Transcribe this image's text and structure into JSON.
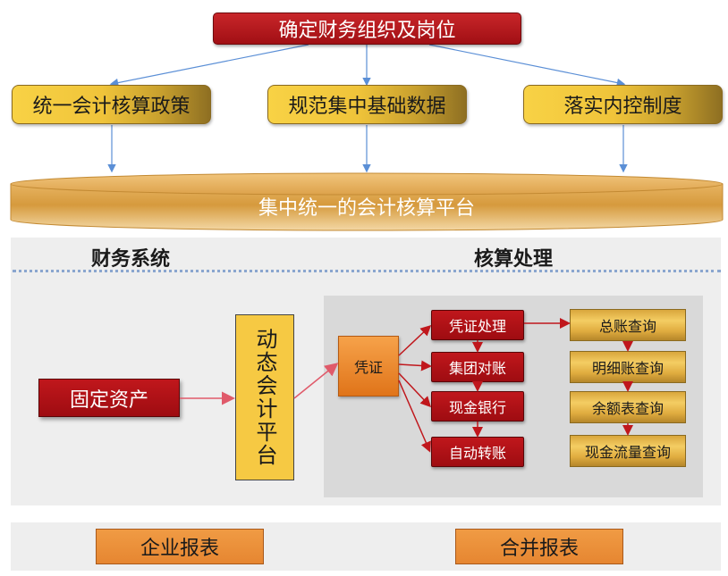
{
  "top": {
    "title": "确定财务组织及岗位"
  },
  "pillars": [
    {
      "label": "统一会计核算政策"
    },
    {
      "label": "规范集中基础数据"
    },
    {
      "label": "落实内控制度"
    }
  ],
  "platform": {
    "label": "集中统一的会计核算平台"
  },
  "sections": {
    "finance_system": "财务系统",
    "accounting": "核算处理"
  },
  "left_flow": {
    "fixed_assets": "固定资产",
    "dynamic_platform": "动态会计平台"
  },
  "voucher": "凭证",
  "processes": [
    {
      "label": "凭证处理"
    },
    {
      "label": "集团对账"
    },
    {
      "label": "现金银行"
    },
    {
      "label": "自动转账"
    }
  ],
  "queries": [
    {
      "label": "总账查询"
    },
    {
      "label": "明细账查询"
    },
    {
      "label": "余额表查询"
    },
    {
      "label": "现金流量查询"
    }
  ],
  "reports": {
    "enterprise": "企业报表",
    "consolidated": "合并报表"
  },
  "colors": {
    "title_red": "#b3151a",
    "gold": "#f0c43a",
    "connector_blue": "#5b8fd6",
    "arrow_pink": "#e05a6a",
    "arrow_red": "#c0171c"
  }
}
